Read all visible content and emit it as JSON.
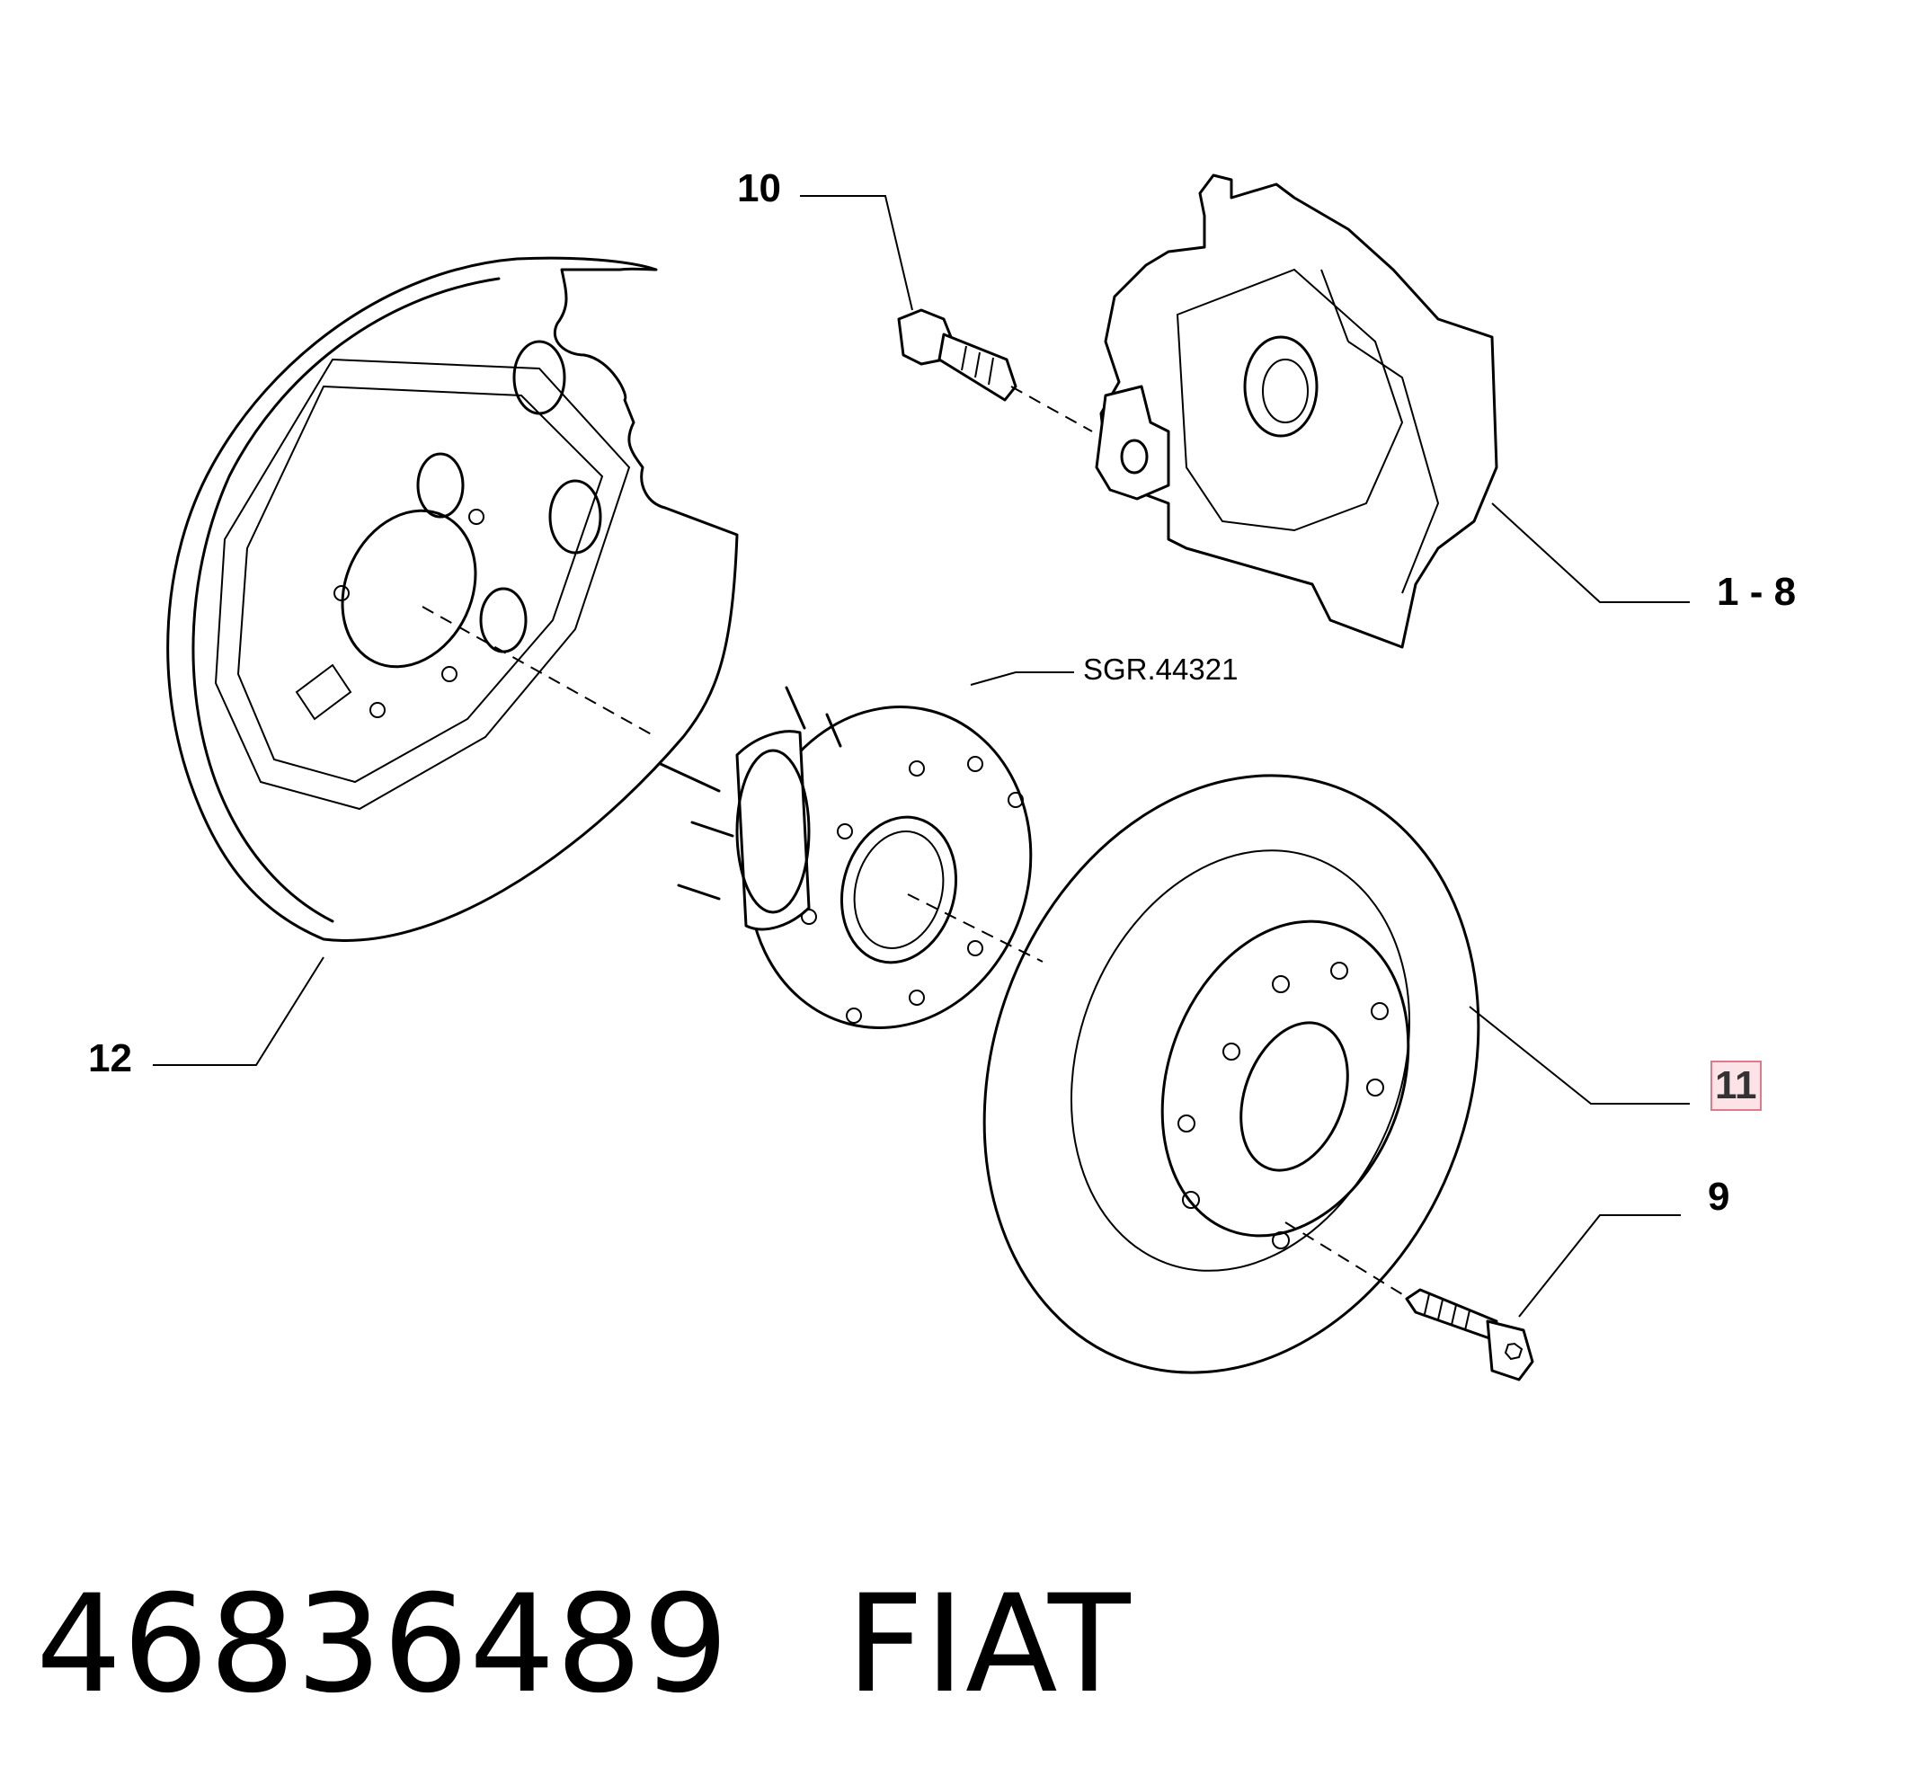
{
  "callouts": {
    "caliper": "1 - 8",
    "caliper_bolt": "10",
    "dust_shield": "12",
    "hub_ref": "SGR.44321",
    "brake_disc": "11",
    "disc_screw": "9"
  },
  "caption": {
    "part_number": "46836489",
    "brand": "FIAT"
  },
  "colors": {
    "line": "#000000",
    "highlight_border": "#e07a8a",
    "highlight_fill": "#fbe3e7"
  }
}
